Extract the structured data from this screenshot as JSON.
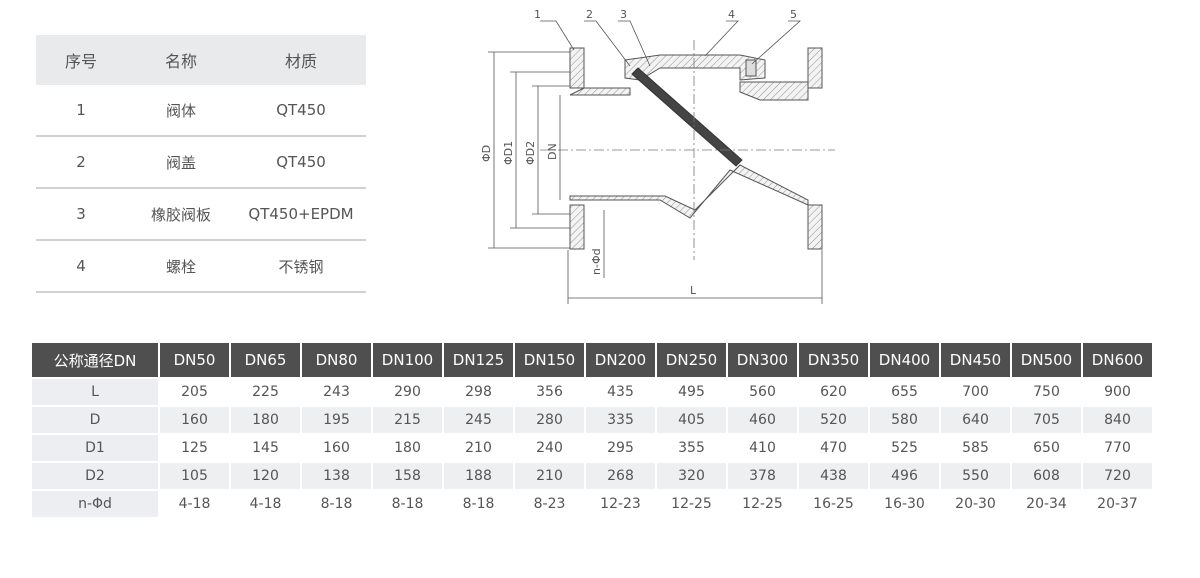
{
  "parts_table": {
    "headers": [
      "序号",
      "名称",
      "材质"
    ],
    "rows": [
      [
        "1",
        "阀体",
        "QT450"
      ],
      [
        "2",
        "阀盖",
        "QT450"
      ],
      [
        "3",
        "橡胶阀板",
        "QT450+EPDM"
      ],
      [
        "4",
        "螺栓",
        "不锈钢"
      ]
    ]
  },
  "drawing": {
    "callouts": [
      "1",
      "2",
      "3",
      "4",
      "5"
    ],
    "dimension_labels": {
      "d": "ΦD",
      "d1": "ΦD1",
      "d2": "ΦD2",
      "dn": "DN",
      "holes": "n-Φd",
      "length": "L"
    }
  },
  "dims_table": {
    "corner_label": "公称通径DN",
    "sizes": [
      "DN50",
      "DN65",
      "DN80",
      "DN100",
      "DN125",
      "DN150",
      "DN200",
      "DN250",
      "DN300",
      "DN350",
      "DN400",
      "DN450",
      "DN500",
      "DN600"
    ],
    "rows": [
      {
        "label": "L",
        "values": [
          "205",
          "225",
          "243",
          "290",
          "298",
          "356",
          "435",
          "495",
          "560",
          "620",
          "655",
          "700",
          "750",
          "900"
        ]
      },
      {
        "label": "D",
        "values": [
          "160",
          "180",
          "195",
          "215",
          "245",
          "280",
          "335",
          "405",
          "460",
          "520",
          "580",
          "640",
          "705",
          "840"
        ]
      },
      {
        "label": "D1",
        "values": [
          "125",
          "145",
          "160",
          "180",
          "210",
          "240",
          "295",
          "355",
          "410",
          "470",
          "525",
          "585",
          "650",
          "770"
        ]
      },
      {
        "label": "D2",
        "values": [
          "105",
          "120",
          "138",
          "158",
          "188",
          "210",
          "268",
          "320",
          "378",
          "438",
          "496",
          "550",
          "608",
          "720"
        ]
      },
      {
        "label": "n-Φd",
        "values": [
          "4-18",
          "4-18",
          "8-18",
          "8-18",
          "8-18",
          "8-23",
          "12-23",
          "12-25",
          "12-25",
          "16-25",
          "16-30",
          "20-30",
          "20-34",
          "20-37"
        ]
      }
    ]
  }
}
